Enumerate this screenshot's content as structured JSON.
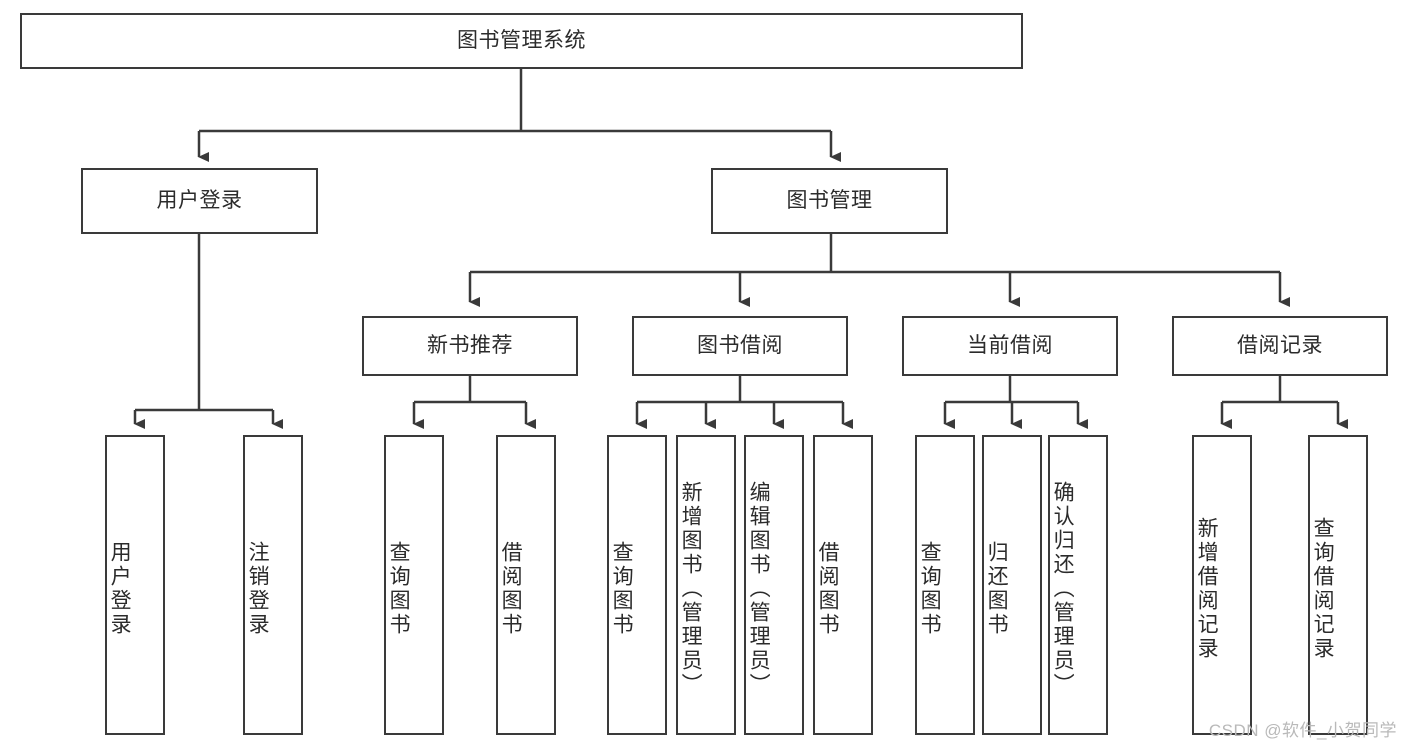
{
  "diagram": {
    "title": "图书管理系统",
    "type": "tree-hierarchy",
    "watermark": "CSDN @软件_小贺同学",
    "colors": {
      "stroke": "#3a3a3a",
      "background": "#ffffff",
      "text": "#2b2b2b",
      "watermark": "#b9b9b9"
    },
    "root": {
      "label": "图书管理系统"
    },
    "level2": [
      {
        "label": "用户登录"
      },
      {
        "label": "图书管理"
      }
    ],
    "level3": [
      {
        "label": "新书推荐"
      },
      {
        "label": "图书借阅"
      },
      {
        "label": "当前借阅"
      },
      {
        "label": "借阅记录"
      }
    ],
    "leaves": {
      "user_login": [
        {
          "label": "用户登录"
        },
        {
          "label": "注销登录"
        }
      ],
      "new_book_recommend": [
        {
          "label": "查询图书"
        },
        {
          "label": "借阅图书"
        }
      ],
      "book_borrow": [
        {
          "label": "查询图书"
        },
        {
          "label": "新增图书（管理员）"
        },
        {
          "label": "编辑图书（管理员）"
        },
        {
          "label": "借阅图书"
        }
      ],
      "current_borrow": [
        {
          "label": "查询图书"
        },
        {
          "label": "归还图书"
        },
        {
          "label": "确认归还（管理员）"
        }
      ],
      "borrow_record": [
        {
          "label": "新增借阅记录"
        },
        {
          "label": "查询借阅记录"
        }
      ]
    }
  }
}
